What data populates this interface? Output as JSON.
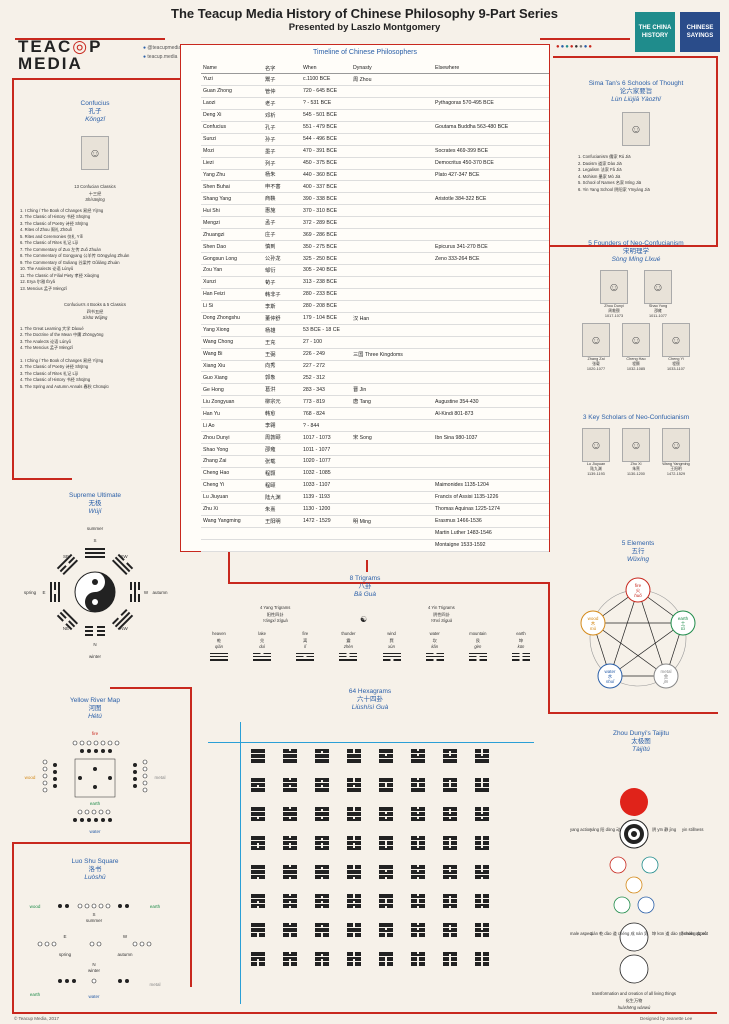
{
  "header": {
    "title": "The Teacup Media History of Chinese Philosophy 9-Part Series",
    "subtitle": "Presented by Laszlo Montgomery"
  },
  "logo": {
    "line1a": "TEAC",
    "line1b": "P",
    "line2": "MEDIA"
  },
  "social": {
    "twitter": "@teacupmedia",
    "facebook": "teacup.media"
  },
  "books": [
    {
      "label": "THE CHINA HISTORY",
      "color": "#1f8c8c"
    },
    {
      "label": "CHINESE SAYINGS",
      "color": "#2a4c8a"
    }
  ],
  "timeline": {
    "title": "Timeline of Chinese Philosophers",
    "headers": [
      "Name",
      "名字",
      "When",
      "Dynasty",
      "Elsewhere"
    ],
    "rows": [
      [
        "Yuzi",
        "鬻子",
        "c.1100 BCE",
        "周 Zhou",
        ""
      ],
      [
        "Guan Zhong",
        "管仲",
        "720 - 645 BCE",
        "",
        ""
      ],
      [
        "Laozi",
        "老子",
        "? - 531 BCE",
        "",
        "Pythagoras 570-495 BCE"
      ],
      [
        "Deng Xi",
        "邓析",
        "545 - 501 BCE",
        "",
        ""
      ],
      [
        "Confucius",
        "孔子",
        "551 - 479 BCE",
        "",
        "Goutama Buddha 563-480 BCE"
      ],
      [
        "Sunzi",
        "孙子",
        "544 - 496 BCE",
        "",
        ""
      ],
      [
        "Mozi",
        "墨子",
        "470 - 391 BCE",
        "",
        "Socrates 469-399 BCE"
      ],
      [
        "Liezi",
        "列子",
        "450 - 375 BCE",
        "",
        "Democritus 450-370 BCE"
      ],
      [
        "Yang Zhu",
        "杨朱",
        "440 - 360 BCE",
        "",
        "Plato 427-347 BCE"
      ],
      [
        "Shen Buhai",
        "申不害",
        "400 - 337 BCE",
        "",
        ""
      ],
      [
        "Shang Yang",
        "商鞅",
        "390 - 338 BCE",
        "",
        "Aristotle 384-322 BCE"
      ],
      [
        "Hui Shi",
        "惠施",
        "370 - 310 BCE",
        "",
        ""
      ],
      [
        "Mengzi",
        "孟子",
        "372 - 289 BCE",
        "",
        ""
      ],
      [
        "Zhuangzi",
        "庄子",
        "369 - 286 BCE",
        "",
        ""
      ],
      [
        "Shen Dao",
        "慎到",
        "350 - 275 BCE",
        "",
        "Epicurus 341-270 BCE"
      ],
      [
        "Gongsun Long",
        "公孙龙",
        "325 - 250 BCE",
        "",
        "Zeno 333-264 BCE"
      ],
      [
        "Zou Yan",
        "邹衍",
        "305 - 240 BCE",
        "",
        ""
      ],
      [
        "Xunzi",
        "荀子",
        "313 - 238 BCE",
        "",
        ""
      ],
      [
        "Han Feizi",
        "韩非子",
        "280 - 233 BCE",
        "",
        ""
      ],
      [
        "Li Si",
        "李斯",
        "280 - 208 BCE",
        "",
        ""
      ],
      [
        "Dong Zhongshu",
        "董仲舒",
        "179 - 104 BCE",
        "汉 Han",
        ""
      ],
      [
        "Yang Xiong",
        "杨雄",
        "53 BCE - 18 CE",
        "",
        ""
      ],
      [
        "Wang Chong",
        "王充",
        "27 - 100",
        "",
        ""
      ],
      [
        "Wang Bi",
        "王弼",
        "226 - 249",
        "三国 Three Kingdoms",
        ""
      ],
      [
        "Xiang Xiu",
        "向秀",
        "227 - 272",
        "",
        ""
      ],
      [
        "Guo Xiang",
        "郭象",
        "252 - 312",
        "",
        ""
      ],
      [
        "Ge Hong",
        "葛洪",
        "283 - 343",
        "晋 Jin",
        ""
      ],
      [
        "Liu Zongyuan",
        "柳宗元",
        "773 - 819",
        "唐 Tang",
        "Augustine 354-430"
      ],
      [
        "Han Yu",
        "韩愈",
        "768 - 824",
        "",
        "Al-Kindi 801-873"
      ],
      [
        "Li Ao",
        "李翱",
        "? - 844",
        "",
        ""
      ],
      [
        "Zhou Dunyi",
        "周敦颐",
        "1017 - 1073",
        "宋 Song",
        "Ibn Sina 980-1037"
      ],
      [
        "Shao Yong",
        "邵雍",
        "1011 - 1077",
        "",
        ""
      ],
      [
        "Zhang Zai",
        "张载",
        "1020 - 1077",
        "",
        ""
      ],
      [
        "Cheng Hao",
        "程颢",
        "1032 - 1085",
        "",
        ""
      ],
      [
        "Cheng Yi",
        "程颐",
        "1033 - 1107",
        "",
        "Maimonides 1135-1204"
      ],
      [
        "Lu Jiuyuan",
        "陆九渊",
        "1139 - 1193",
        "",
        "Francis of Assisi 1135-1226"
      ],
      [
        "Zhu Xi",
        "朱熹",
        "1130 - 1200",
        "",
        "Thomas Aquinas 1225-1274"
      ],
      [
        "Wang Yangming",
        "王阳明",
        "1472 - 1529",
        "明 Ming",
        "Erasmus 1466-1536"
      ],
      [
        "",
        "",
        "",
        "",
        "Martin Luther 1483-1546"
      ],
      [
        "",
        "",
        "",
        "",
        "Montaigne 1533-1592"
      ]
    ]
  },
  "confucius": {
    "title": "Confucius",
    "hanzi": "孔子",
    "pinyin": "Kǒngzǐ",
    "classics_title": "13 Confucian Classics",
    "classics_hanzi": "十三经",
    "classics_pinyin": "Shísānjīng",
    "classics": [
      "1. I Ching / The Book of Changes 易经 Yìjīng",
      "2. The Classic of History 书经 Shūjīng",
      "3. The Classic of Poetry 诗经 Shījīng",
      "4. Rites of Zhou 周礼 Zhōulǐ",
      "5. Rites and Ceremonies 仪礼 Yílǐ",
      "6. The Classic of Rites 礼记 Lǐjì",
      "7. The Commentary of Zuo 左传 Zuǒ Zhuàn",
      "8. The Commentary of Gongyang 公羊传 Gōngyáng Zhuàn",
      "9. The Commentary of Guliang 谷梁传 Gǔliáng Zhuàn",
      "10. The Analects 论语 Lúnyǔ",
      "11. The Classic of Filial Piety 孝经 Xiàojīng",
      "12. Erya 尔雅 Ěryǎ",
      "13. Mencius 孟子 Mèngzǐ"
    ],
    "books_title": "Confucius's 4 Books & 5 Classics",
    "books_hanzi": "四书五经",
    "books_pinyin": "Sìshū Wǔjīng",
    "four_books": [
      "1. The Great Learning 大学 Dàxué",
      "2. The Doctrine of the Mean 中庸 Zhōngyōng",
      "3. The Analects 论语 Lúnyǔ",
      "4. The Mencius 孟子 Mèngzǐ"
    ],
    "five_classics": [
      "1. I Ching / The Book of Changes 易经 Yìjīng",
      "2. The Classic of Poetry 诗经 Shījīng",
      "3. The Classic of Rites 礼记 Lǐjì",
      "4. The Classic of History 书经 Shūjīng",
      "5. The Spring and Autumn Annals 春秋 Chūnqiū"
    ]
  },
  "six_schools": {
    "title": "Sima Tan's 6 Schools of Thought",
    "hanzi": "论六家要旨",
    "pinyin": "Lùn Liùjiā Yàozhǐ",
    "items": [
      "1. Confucianism 儒家 Rú Jiā",
      "2. Daoism 道家 Dào Jiā",
      "3. Legalism 法家 Fǎ Jiā",
      "4. Mohism 墨家 Mò Jiā",
      "5. School of Names 名家 Míng Jiā",
      "6. Yin Yang School 阴阳家 Yīnyáng Jiā"
    ]
  },
  "neo_founders": {
    "title": "5 Founders of Neo-Confucianism",
    "hanzi": "宋明理学",
    "pinyin": "Sòng Míng Lǐxué",
    "people": [
      [
        "Zhou Dunyi",
        "周敦颐",
        "1017-1073"
      ],
      [
        "Shao Yong",
        "邵雍",
        "1011-1077"
      ],
      [
        "Zhang Zai",
        "张载",
        "1020-1077"
      ],
      [
        "Cheng Hao",
        "程颢",
        "1032-1085"
      ],
      [
        "Cheng Yi",
        "程颐",
        "1033-1107"
      ]
    ]
  },
  "neo_scholars": {
    "title": "3 Key Scholars of Neo-Confucianism",
    "people": [
      [
        "Lu Jiuyuan",
        "陆九渊",
        "1139-1193"
      ],
      [
        "Zhu Xi",
        "朱熹",
        "1130-1200"
      ],
      [
        "Wang Yangming",
        "王阳明",
        "1472-1529"
      ]
    ]
  },
  "supreme": {
    "title": "Supreme Ultimate",
    "hanzi": "无极",
    "pinyin": "Wújí",
    "labels": [
      "summer",
      "S",
      "SE",
      "SW",
      "spring",
      "E",
      "W",
      "autumn",
      "NE",
      "NW",
      "N",
      "winter"
    ]
  },
  "trigrams": {
    "title": "8 Trigrams",
    "hanzi": "八卦",
    "pinyin": "Bā Guà",
    "yang_title": "4 Yang Trigrams",
    "yang_hanzi": "阳性四卦",
    "yang_pinyin": "Yángxì Sìguà",
    "yin_title": "4 Yin Trigrams",
    "yin_hanzi": "阴性四卦",
    "yin_pinyin": "Yīnxì Sìguà",
    "items": [
      [
        "heaven",
        "乾",
        "qián"
      ],
      [
        "lake",
        "兑",
        "duì"
      ],
      [
        "fire",
        "离",
        "lí"
      ],
      [
        "thunder",
        "震",
        "zhèn"
      ],
      [
        "wind",
        "巽",
        "xùn"
      ],
      [
        "water",
        "坎",
        "kǎn"
      ],
      [
        "mountain",
        "艮",
        "gèn"
      ],
      [
        "earth",
        "坤",
        "kūn"
      ]
    ]
  },
  "elements": {
    "title": "5 Elements",
    "hanzi": "五行",
    "pinyin": "Wǔxíng",
    "items": [
      [
        "fire",
        "火",
        "huǒ"
      ],
      [
        "earth",
        "土",
        "tǔ"
      ],
      [
        "metal",
        "金",
        "jīn"
      ],
      [
        "water",
        "水",
        "shuǐ"
      ],
      [
        "wood",
        "木",
        "mù"
      ]
    ]
  },
  "hexagrams": {
    "title": "64 Hexagrams",
    "hanzi": "六十四卦",
    "pinyin": "Liùshísì Guà"
  },
  "river_map": {
    "title": "Yellow River Map",
    "hanzi": "河图",
    "pinyin": "Hétú",
    "labels": [
      "fire",
      "wood",
      "earth",
      "metal",
      "water"
    ]
  },
  "luoshu": {
    "title": "Luo Shu Square",
    "hanzi": "洛书",
    "pinyin": "Luòshū",
    "labels": [
      "wood",
      "earth",
      "S",
      "summer",
      "E",
      "spring",
      "W",
      "autumn",
      "earth",
      "metal",
      "N",
      "winter",
      "water"
    ]
  },
  "taijitu": {
    "title": "Zhou Dunyi's Taijitu",
    "hanzi": "太极图",
    "pinyin": "Tàijítú",
    "left": [
      "yang action",
      "yáng 阳 dòng 动"
    ],
    "right": [
      "阴 yīn 静 jìng",
      "yin stillness"
    ],
    "lower_left": [
      "male aspect",
      "qián 乾 dào 道 chéng 成 nán 男"
    ],
    "lower_right": [
      "坤 kūn 道 dào 成 chéng 女 nǚ",
      "female aspect"
    ],
    "caption": "transformation and creation of all living things",
    "caption_hanzi": "化生万物",
    "caption_pinyin": "huàshēng wànwù"
  },
  "footer": {
    "left": "© Teacup Media, 2017",
    "right": "Designed by Jeanette Lee"
  }
}
